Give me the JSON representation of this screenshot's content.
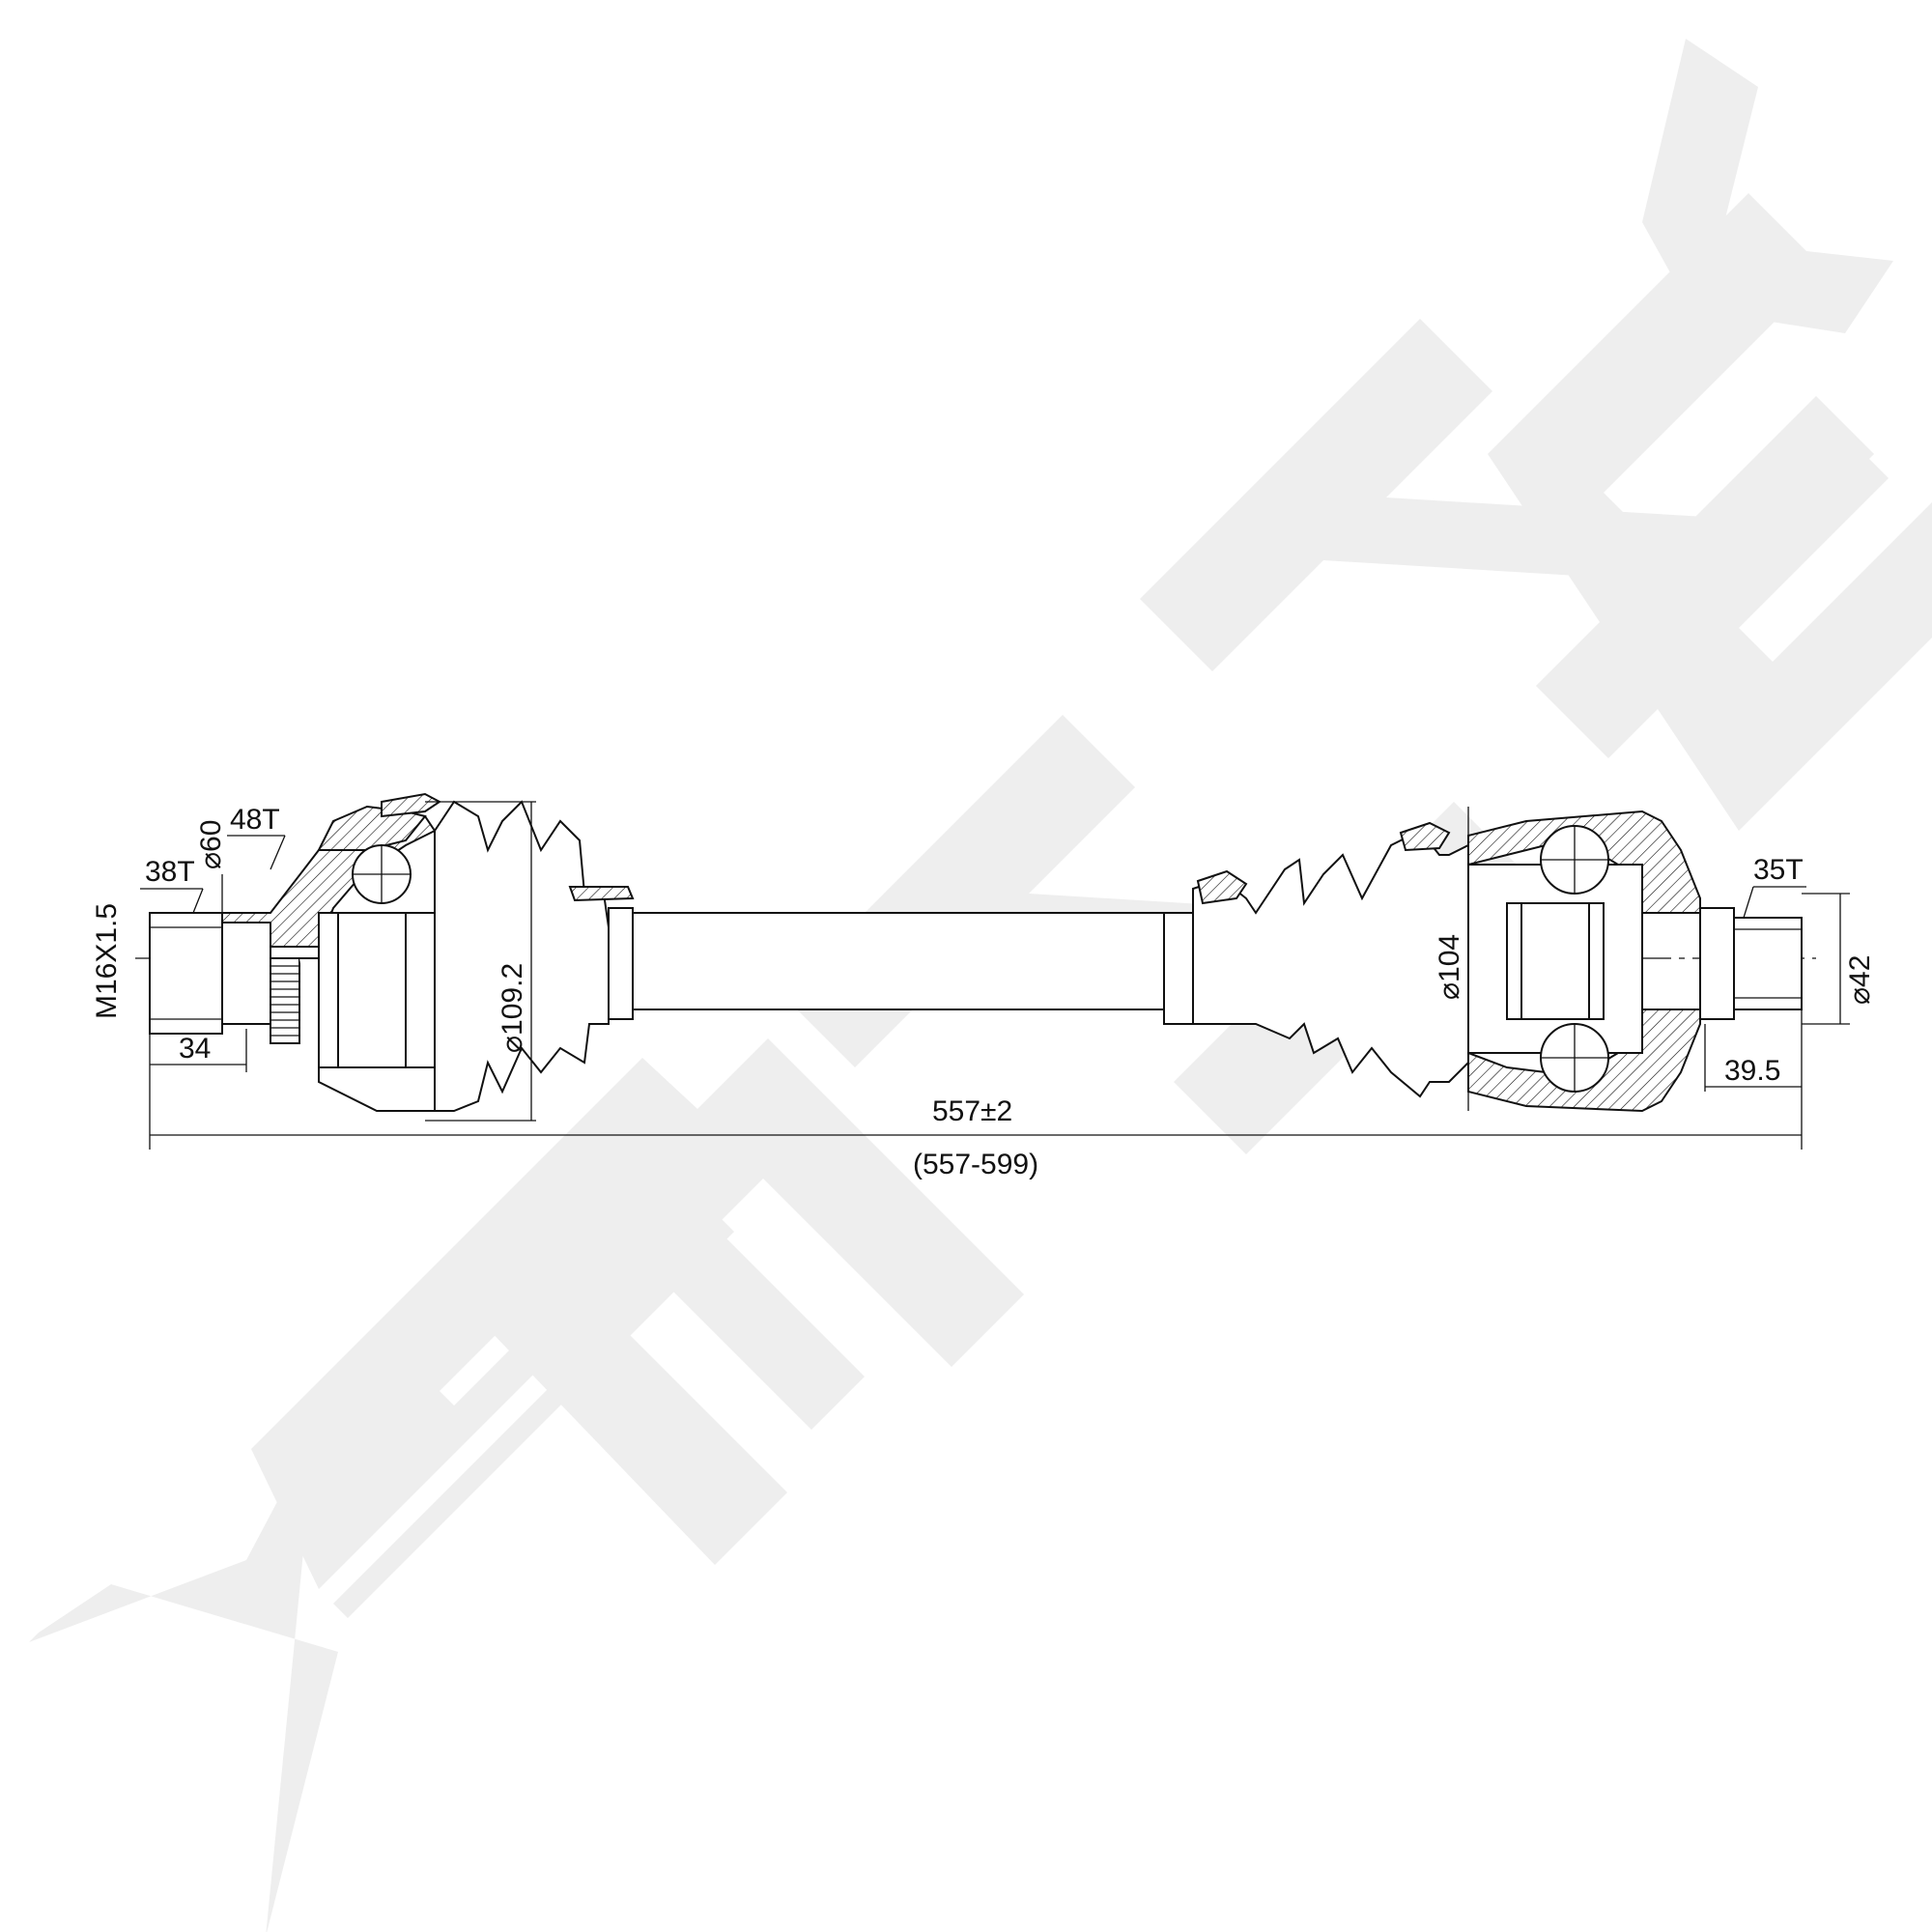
{
  "watermark": {
    "brand": "ZENNEK",
    "color": "#eeeeee"
  },
  "dimensions": {
    "thread": "M16X1.5",
    "spline_outer_cv_small": "38T",
    "spline_outer_cv": "48T",
    "diameter_outer_cv_seat": "⌀60",
    "length_outer_stub": "34",
    "diameter_outer_joint": "⌀109.2",
    "overall_length": "557±2",
    "overall_length_range": "(557-599)",
    "diameter_inner_joint": "⌀104",
    "spline_inner_cv": "35T",
    "diameter_inner_stub": "⌀42",
    "length_inner_stub": "39.5"
  },
  "colors": {
    "line": "#111111",
    "background": "#ffffff"
  }
}
